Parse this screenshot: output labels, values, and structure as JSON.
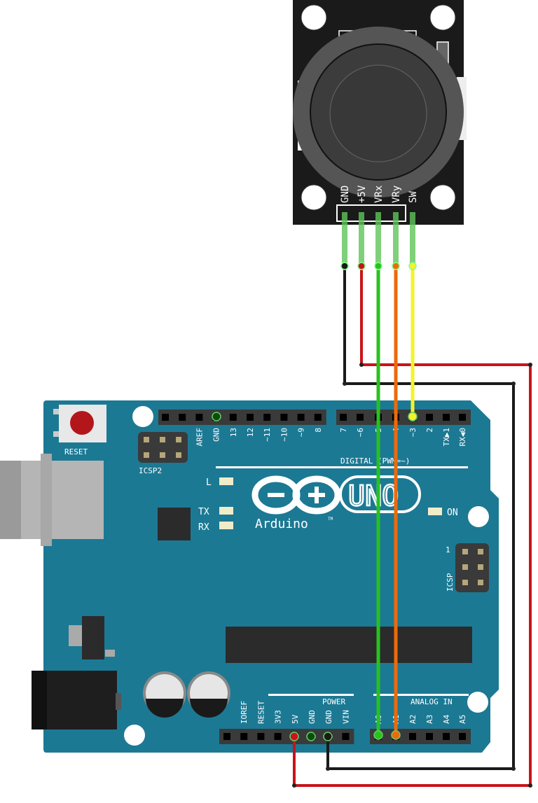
{
  "joystick": {
    "pins": [
      "GND",
      "+5V",
      "VRx",
      "VRy",
      "SW"
    ]
  },
  "arduino": {
    "reset_label": "RESET",
    "icsp2_label": "ICSP2",
    "icsp_label": "ICSP",
    "icsp_pin1": "1",
    "brand": "Arduino",
    "tm": "TM",
    "model": "UNO",
    "led_l": "L",
    "led_tx": "TX",
    "led_rx": "RX",
    "led_on": "ON",
    "digital_label": "DIGITAL (PWM=~)",
    "power_label": "POWER",
    "analog_label": "ANALOG IN",
    "digital_left_pins": [
      "",
      "",
      "AREF",
      "GND",
      "13",
      "12",
      "~11",
      "~10",
      "~9",
      "8"
    ],
    "digital_right_pins": [
      "7",
      "~6",
      "~5",
      "4",
      "~3",
      "2",
      "TX▶1",
      "RX◀0"
    ],
    "power_pins": [
      "",
      "IOREF",
      "RESET",
      "3V3",
      "5V",
      "GND",
      "GND",
      "VIN"
    ],
    "analog_pins": [
      "A0",
      "A1",
      "A2",
      "A3",
      "A4",
      "A5"
    ]
  },
  "wires": [
    {
      "name": "gnd-wire",
      "from": "GND",
      "to": "GND",
      "color": "#1a1a1a"
    },
    {
      "name": "vcc-wire",
      "from": "+5V",
      "to": "5V",
      "color": "#c8141a"
    },
    {
      "name": "vrx-wire",
      "from": "VRx",
      "to": "A0",
      "color": "#27c21f"
    },
    {
      "name": "vry-wire",
      "from": "VRy",
      "to": "A1",
      "color": "#ec6a0a"
    },
    {
      "name": "sw-wire",
      "from": "SW",
      "to": "~3",
      "color": "#f3f32a"
    }
  ],
  "colors": {
    "board": "#1c7994",
    "header": "#3a3a3a"
  }
}
